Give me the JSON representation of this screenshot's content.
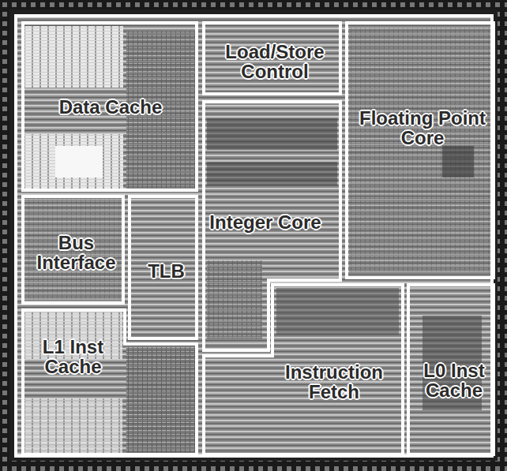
{
  "diagram": {
    "nodes": [
      {
        "text": [
          "Data Cache"
        ]
      },
      {
        "text": [
          "Load/Store Control"
        ]
      },
      {
        "text": [
          "Floating Point Core"
        ]
      },
      {
        "text": [
          "Integer Core"
        ]
      },
      {
        "text": [
          "Bus Interface"
        ]
      },
      {
        "text": [
          "TLB"
        ]
      },
      {
        "text": [
          "L1 Inst Cache"
        ]
      },
      {
        "text": [
          "Instruction Fetch"
        ]
      },
      {
        "text": [
          "L0 Inst Cache"
        ]
      }
    ]
  }
}
